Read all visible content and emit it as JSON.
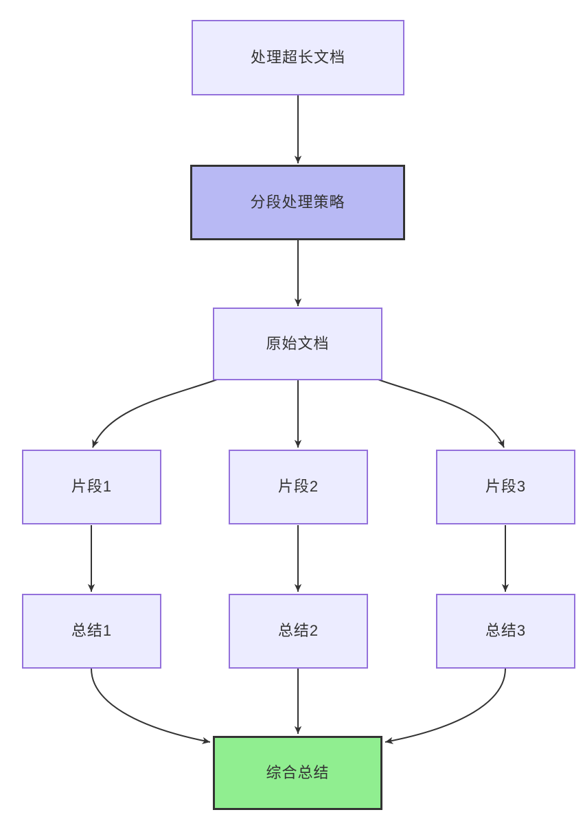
{
  "diagram": {
    "type": "flowchart-top-down",
    "colors": {
      "background": "#ffffff",
      "default_node_fill": "#ECECFF",
      "default_node_border": "#9370DB",
      "strategy_node_fill": "#B8B9F4",
      "strategy_node_border": "#333333",
      "result_node_fill": "#90EE90",
      "result_node_border": "#333333",
      "edge_color": "#333333",
      "text_color": "#333333"
    },
    "nodes": [
      {
        "id": "A",
        "label": "处理超长文档",
        "style": "default"
      },
      {
        "id": "B",
        "label": "分段处理策略",
        "style": "strategy"
      },
      {
        "id": "C",
        "label": "原始文档",
        "style": "default"
      },
      {
        "id": "D1",
        "label": "片段1",
        "style": "default"
      },
      {
        "id": "D2",
        "label": "片段2",
        "style": "default"
      },
      {
        "id": "D3",
        "label": "片段3",
        "style": "default"
      },
      {
        "id": "E1",
        "label": "总结1",
        "style": "default"
      },
      {
        "id": "E2",
        "label": "总结2",
        "style": "default"
      },
      {
        "id": "E3",
        "label": "总结3",
        "style": "default"
      },
      {
        "id": "F",
        "label": "综合总结",
        "style": "result"
      }
    ],
    "edges": [
      {
        "from": "A",
        "to": "B"
      },
      {
        "from": "B",
        "to": "C"
      },
      {
        "from": "C",
        "to": "D1"
      },
      {
        "from": "C",
        "to": "D2"
      },
      {
        "from": "C",
        "to": "D3"
      },
      {
        "from": "D1",
        "to": "E1"
      },
      {
        "from": "D2",
        "to": "E2"
      },
      {
        "from": "D3",
        "to": "E3"
      },
      {
        "from": "E1",
        "to": "F"
      },
      {
        "from": "E2",
        "to": "F"
      },
      {
        "from": "E3",
        "to": "F"
      }
    ]
  }
}
